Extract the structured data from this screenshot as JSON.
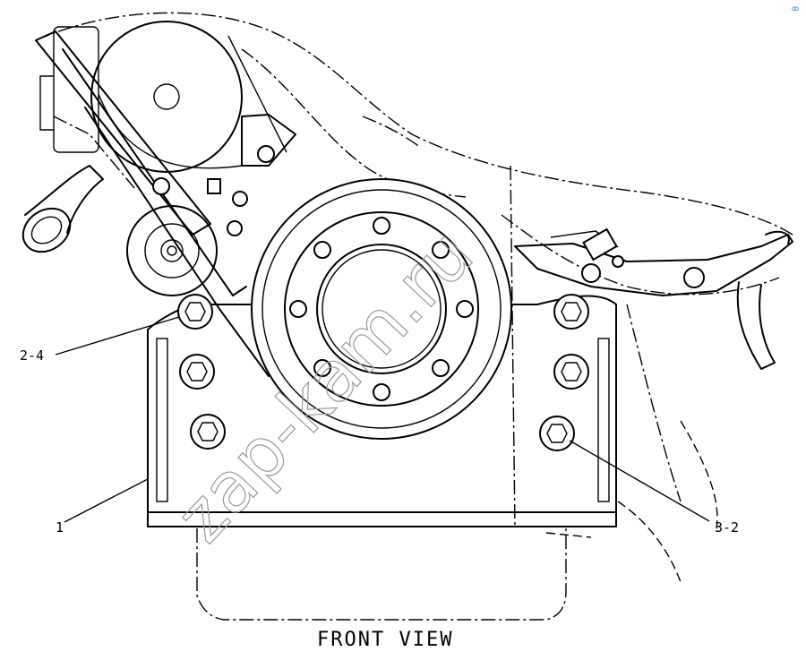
{
  "diagram": {
    "caption": "FRONT VIEW",
    "callouts": [
      {
        "id": "c-2-4",
        "label": "2-4"
      },
      {
        "id": "c-1",
        "label": "1"
      },
      {
        "id": "c-3-2",
        "label": "3-2"
      }
    ],
    "watermark": "zap-kam.ru",
    "corner_mark": "ꝏ"
  }
}
